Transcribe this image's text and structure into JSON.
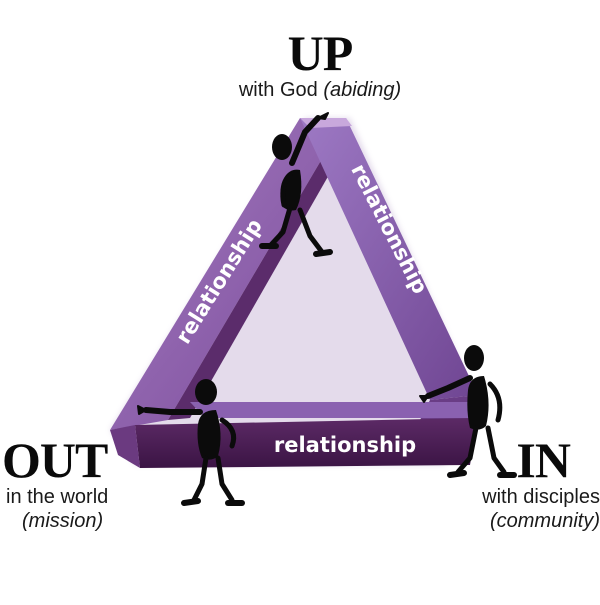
{
  "up": {
    "title": "UP",
    "subtitle": "with God",
    "subtitle_italic": "(abiding)"
  },
  "out": {
    "title": "OUT",
    "subtitle": "in the world",
    "subtitle_italic": "(mission)"
  },
  "in": {
    "title": "IN",
    "subtitle": "with disciples",
    "subtitle_italic": "(community)"
  },
  "sides": {
    "left": "relationship",
    "right": "relationship",
    "bottom": "relationship"
  },
  "colors": {
    "face_light": "#9a6fb8",
    "face_mid": "#7d4e9e",
    "face_dark": "#4a1f54",
    "highlight": "#c8a8dc",
    "figure": "#0b0b0b"
  },
  "icons": [
    "stick-figure-pointing-up",
    "stick-figure-pointing-left",
    "stick-figure-pointing-right"
  ]
}
